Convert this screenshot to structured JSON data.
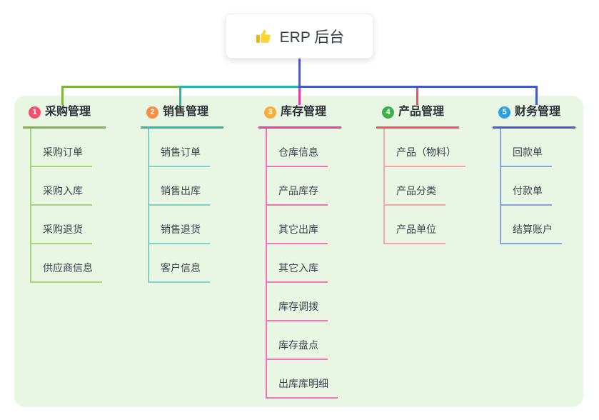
{
  "root": {
    "label": "ERP 后台",
    "icon": "thumbs-up-icon"
  },
  "canvas": {
    "background": "#ffffff",
    "panel_background": "#e9f6e4",
    "trunk_color": "#515bc9"
  },
  "branches": [
    {
      "number": "1",
      "label": "采购管理",
      "badge_color": "#f2506b",
      "line_color": "#7db63f",
      "child_line_color": "#a9d57f",
      "children": [
        "采购订单",
        "采购入库",
        "采购退货",
        "供应商信息"
      ]
    },
    {
      "number": "2",
      "label": "销售管理",
      "badge_color": "#f98d41",
      "line_color": "#23b8a8",
      "child_line_color": "#7fd4c6",
      "children": [
        "销售订单",
        "销售出库",
        "销售退货",
        "客户信息"
      ]
    },
    {
      "number": "3",
      "label": "库存管理",
      "badge_color": "#f9ad3b",
      "line_color": "#e43ba1",
      "child_line_color": "#ef72b8",
      "children": [
        "仓库信息",
        "产品库存",
        "其它出库",
        "其它入库",
        "库存调拨",
        "库存盘点",
        "出库库明细"
      ]
    },
    {
      "number": "4",
      "label": "产品管理",
      "badge_color": "#39b24d",
      "line_color": "#ee5064",
      "child_line_color": "#f5a6a9",
      "children": [
        "产品（物料）",
        "产品分类",
        "产品单位"
      ]
    },
    {
      "number": "5",
      "label": "财务管理",
      "badge_color": "#2e9fe4",
      "line_color": "#4159ce",
      "child_line_color": "#8aa2dd",
      "children": [
        "回款单",
        "付款单",
        "结算账户"
      ]
    }
  ]
}
